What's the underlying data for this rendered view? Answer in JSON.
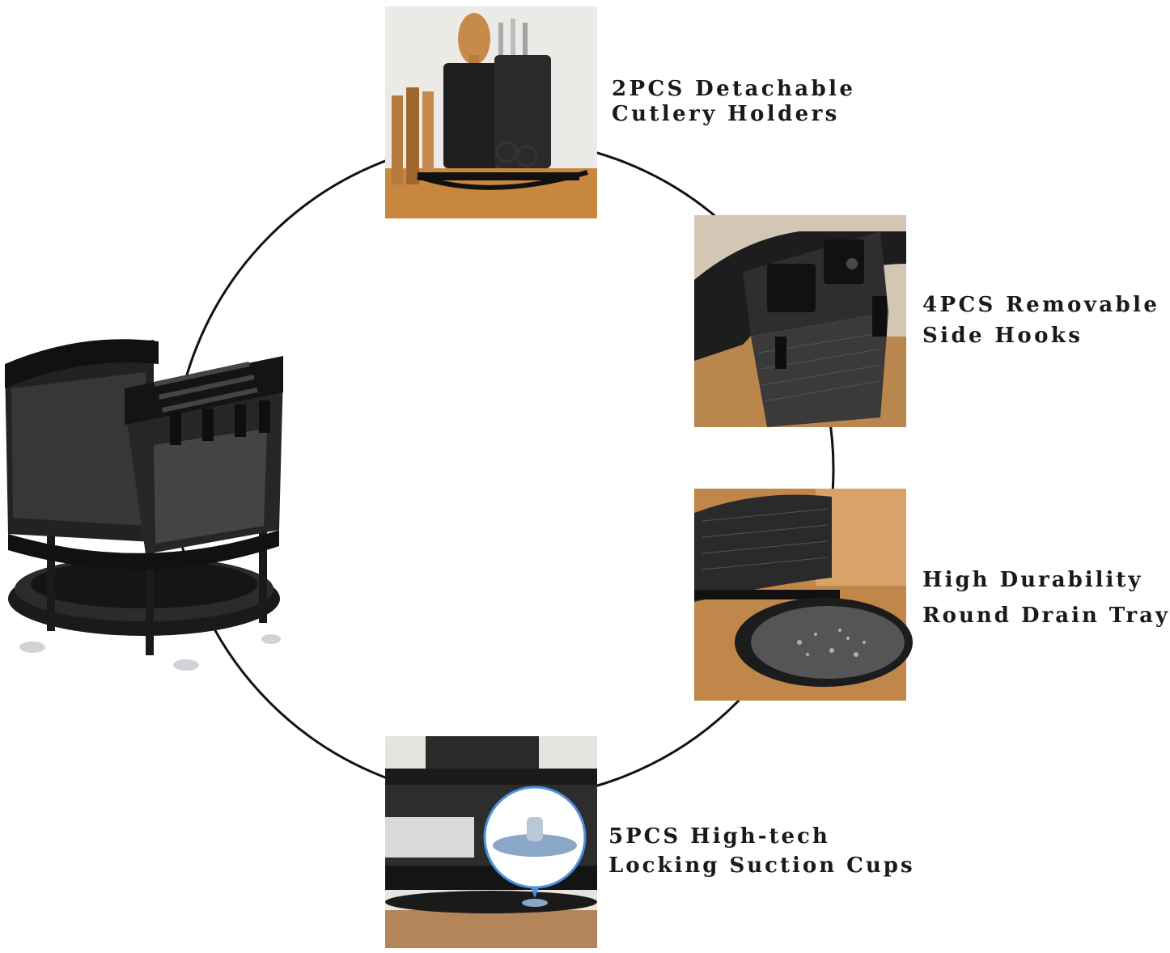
{
  "features": [
    {
      "id": "cutlery",
      "line1": "2PCS Detachable",
      "line2": "Cutlery Holders"
    },
    {
      "id": "hooks",
      "line1": "4PCS Removable",
      "line2": "Side Hooks"
    },
    {
      "id": "tray",
      "line1": "High Durability",
      "line2": "Round Drain Tray"
    },
    {
      "id": "suction",
      "line1": "5PCS High-tech",
      "line2": "Locking Suction Cups"
    }
  ],
  "colors": {
    "ring": "#111111",
    "product": "#1c1c1c",
    "wood": "#c8873e",
    "suction_highlight": "#4a8fe0"
  }
}
